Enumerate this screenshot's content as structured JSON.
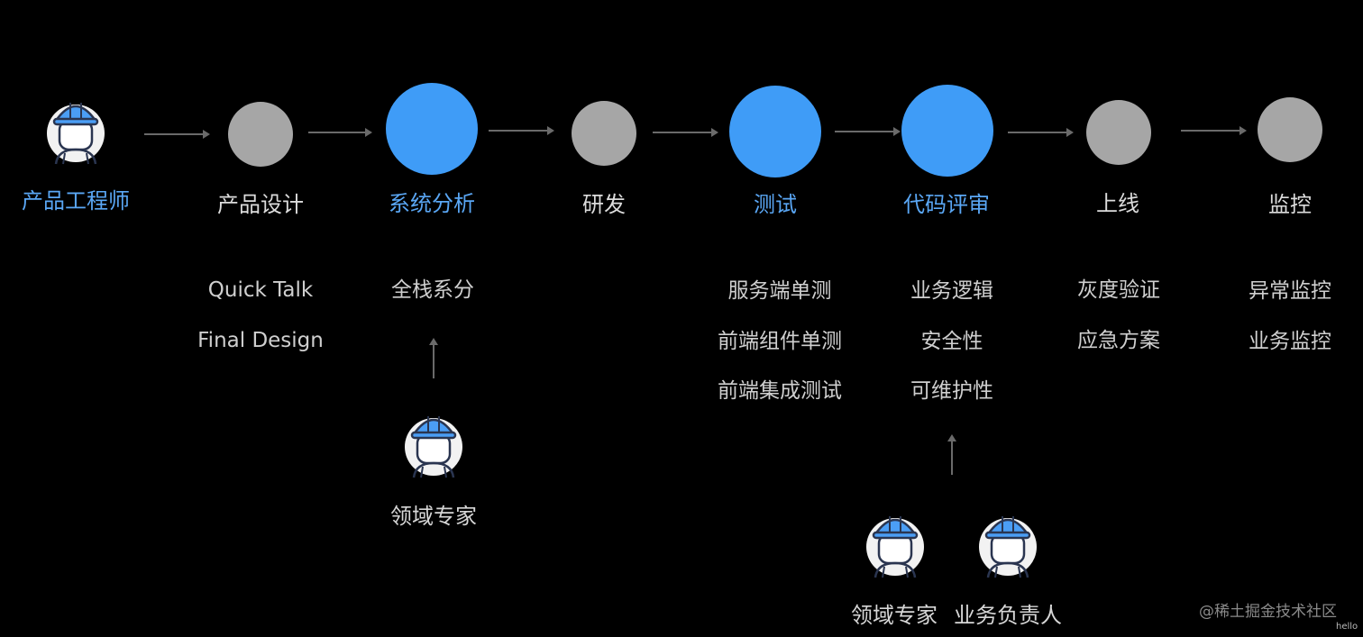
{
  "colors": {
    "background": "#000000",
    "node_active": "#3f9cf7",
    "node_inactive": "#a6a6a6",
    "label_active": "#5aa7f5",
    "label_inactive": "#dcdcdc",
    "arrow": "#6a6a6a",
    "detail_text": "#cfcfcf"
  },
  "pipeline": {
    "start_label": "产品工程师",
    "stages": [
      {
        "label": "产品设计",
        "state": "inactive"
      },
      {
        "label": "系统分析",
        "state": "active"
      },
      {
        "label": "研发",
        "state": "inactive"
      },
      {
        "label": "测试",
        "state": "active"
      },
      {
        "label": "代码评审",
        "state": "active"
      },
      {
        "label": "上线",
        "state": "inactive"
      },
      {
        "label": "监控",
        "state": "inactive"
      }
    ]
  },
  "details": {
    "product_design": [
      "Quick Talk",
      "Final Design"
    ],
    "system_analysis": [
      "全栈系分"
    ],
    "testing": [
      "服务端单测",
      "前端组件单测",
      "前端集成测试"
    ],
    "code_review": [
      "业务逻辑",
      "安全性",
      "可维护性"
    ],
    "release": [
      "灰度验证",
      "应急方案"
    ],
    "monitoring": [
      "异常监控",
      "业务监控"
    ]
  },
  "people": {
    "system_analysis": [
      "领域专家"
    ],
    "code_review": [
      "领域专家",
      "业务负责人"
    ]
  },
  "icons": {
    "person": "engineer-helmet-avatar-icon"
  },
  "watermark": {
    "text": "@稀土掘金技术社区",
    "sub": "hello"
  }
}
